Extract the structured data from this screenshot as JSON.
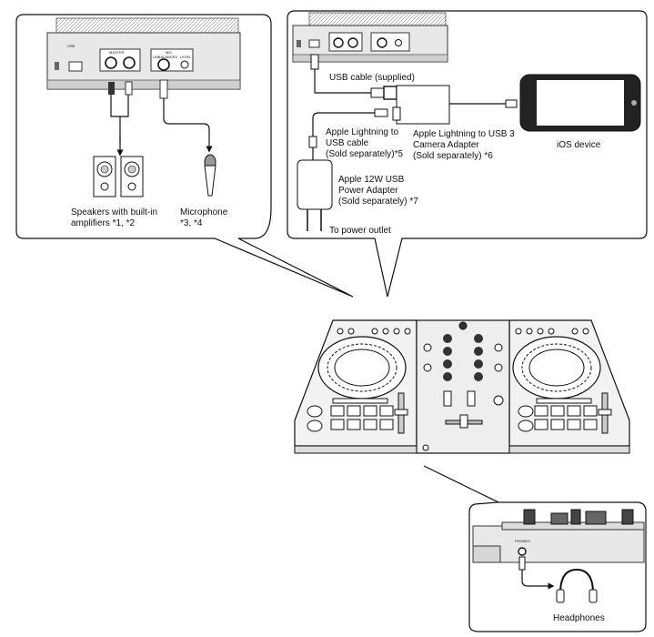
{
  "left_callout": {
    "speakers_label": [
      "Speakers with built-in",
      "amplifiers *1, *2"
    ],
    "microphone_label": [
      "Microphone",
      "*3, *4"
    ],
    "panel_text": {
      "usb": "USB",
      "master": "MASTER",
      "mic": "MIC",
      "unbalanced": "UNBALANCED",
      "level": "LEVEL"
    }
  },
  "right_callout": {
    "usb_cable_label": "USB cable (supplied)",
    "lightning_cable_label": [
      "Apple Lightning to",
      "USB cable",
      "(Sold separately)*5"
    ],
    "camera_adapter_label": [
      "Apple Lightning to USB 3",
      "Camera Adapter",
      "(Sold separately) *6"
    ],
    "ios_device_label": "iOS device",
    "power_adapter_label": [
      "Apple 12W USB",
      "Power Adapter",
      "(Sold separately)  *7"
    ],
    "power_outlet_label": "To power outlet"
  },
  "headphones_callout": {
    "headphones_label": "Headphones",
    "phones_text": "PHONES"
  }
}
